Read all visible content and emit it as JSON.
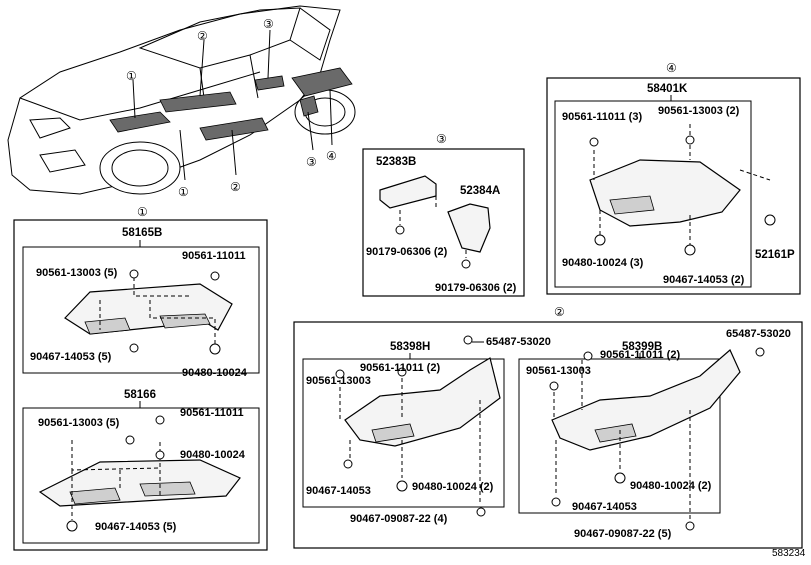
{
  "callouts": {
    "c1": "①",
    "c2": "②",
    "c3": "③",
    "c4": "④"
  },
  "section1": {
    "assy_a": "58165B",
    "assy_b": "58166",
    "a_parts": {
      "p1": "90561-13003 (5)",
      "p2": "90561-11011",
      "p3": "90467-14053 (5)",
      "p4": "90480-10024"
    },
    "b_parts": {
      "p1": "90561-13003 (5)",
      "p2": "90561-11011",
      "p3": "90480-10024",
      "p4": "90467-14053 (5)"
    }
  },
  "section2": {
    "clip_left": "65487-53020",
    "clip_right": "65487-53020",
    "assy_left": "58398H",
    "assy_right": "58399B",
    "left_parts": {
      "p1": "90561-11011 (2)",
      "p2": "90561-13003",
      "p3": "90467-14053",
      "p4": "90480-10024 (2)",
      "p5": "90467-09087-22 (4)"
    },
    "right_parts": {
      "p1": "90561-13003",
      "p2": "90561-11011 (2)",
      "p3": "90480-10024 (2)",
      "p4": "90467-14053",
      "p5": "90467-09087-22 (5)"
    }
  },
  "section3": {
    "assy_a": "52383B",
    "assy_b": "52384A",
    "p1": "90179-06306 (2)",
    "p2": "90179-06306 (2)"
  },
  "section4": {
    "assy": "58401K",
    "p1": "90561-11011 (3)",
    "p2": "90561-13003 (2)",
    "p3": "52161P",
    "p4": "90480-10024 (3)",
    "p5": "90467-14053 (2)"
  },
  "footer": {
    "ref": "583234"
  }
}
